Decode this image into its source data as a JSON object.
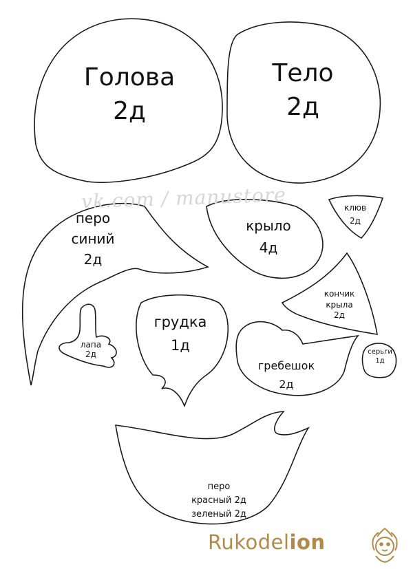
{
  "watermark": "vk.com / manustore",
  "brand": {
    "prefix": "Rukodel",
    "suffix": "ion",
    "accent_color": "#b08a4a"
  },
  "pieces": {
    "head": {
      "name": "Голова",
      "count": "2д"
    },
    "body": {
      "name": "Тело",
      "count": "2д"
    },
    "tail_blue": {
      "line1": "перо",
      "line2": "синий",
      "count": "2д"
    },
    "wing": {
      "name": "крыло",
      "count": "4д"
    },
    "beak": {
      "name": "клюв",
      "count": "2д"
    },
    "wing_tip": {
      "line1": "кончик",
      "line2": "крыла",
      "count": "2д"
    },
    "paw": {
      "name": "лапа",
      "count": "2д"
    },
    "breast": {
      "name": "грудка",
      "count": "1д"
    },
    "comb": {
      "name": "гребешок",
      "count": "2д"
    },
    "wattle": {
      "name": "серьги",
      "count": "1д"
    },
    "tail_red_green": {
      "line1": "перо",
      "line2": "красный 2д",
      "line3": "зеленый 2д"
    }
  }
}
